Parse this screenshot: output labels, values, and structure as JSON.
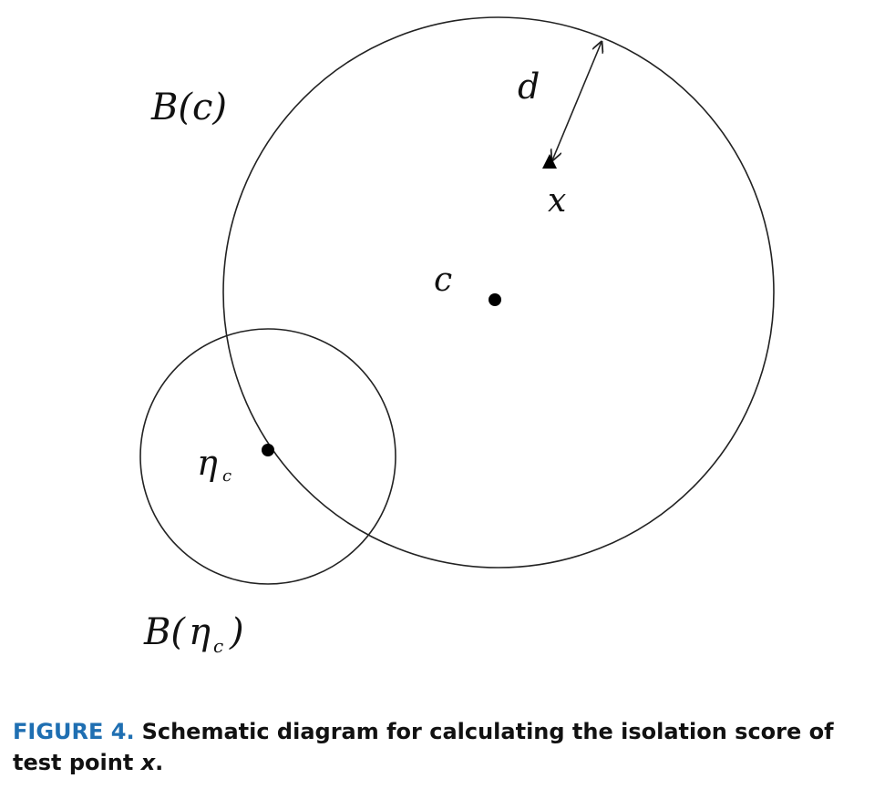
{
  "diagram": {
    "labels": {
      "big_ball": "B(c)",
      "small_ball_B": "B(",
      "small_ball_eta": "η",
      "small_ball_sub": "c",
      "small_ball_close": ")",
      "distance": "d",
      "test_point": "x",
      "center": "c",
      "eta": "η",
      "eta_sub": "c"
    },
    "colors": {
      "stroke": "#222222",
      "text": "#111111"
    }
  },
  "caption": {
    "figure_label": "FIGURE 4.",
    "figure_label_color": "#1f6fb2",
    "text_main": "Schematic diagram for calculating the isolation score of test point",
    "text_var": "x",
    "text_end": "."
  }
}
